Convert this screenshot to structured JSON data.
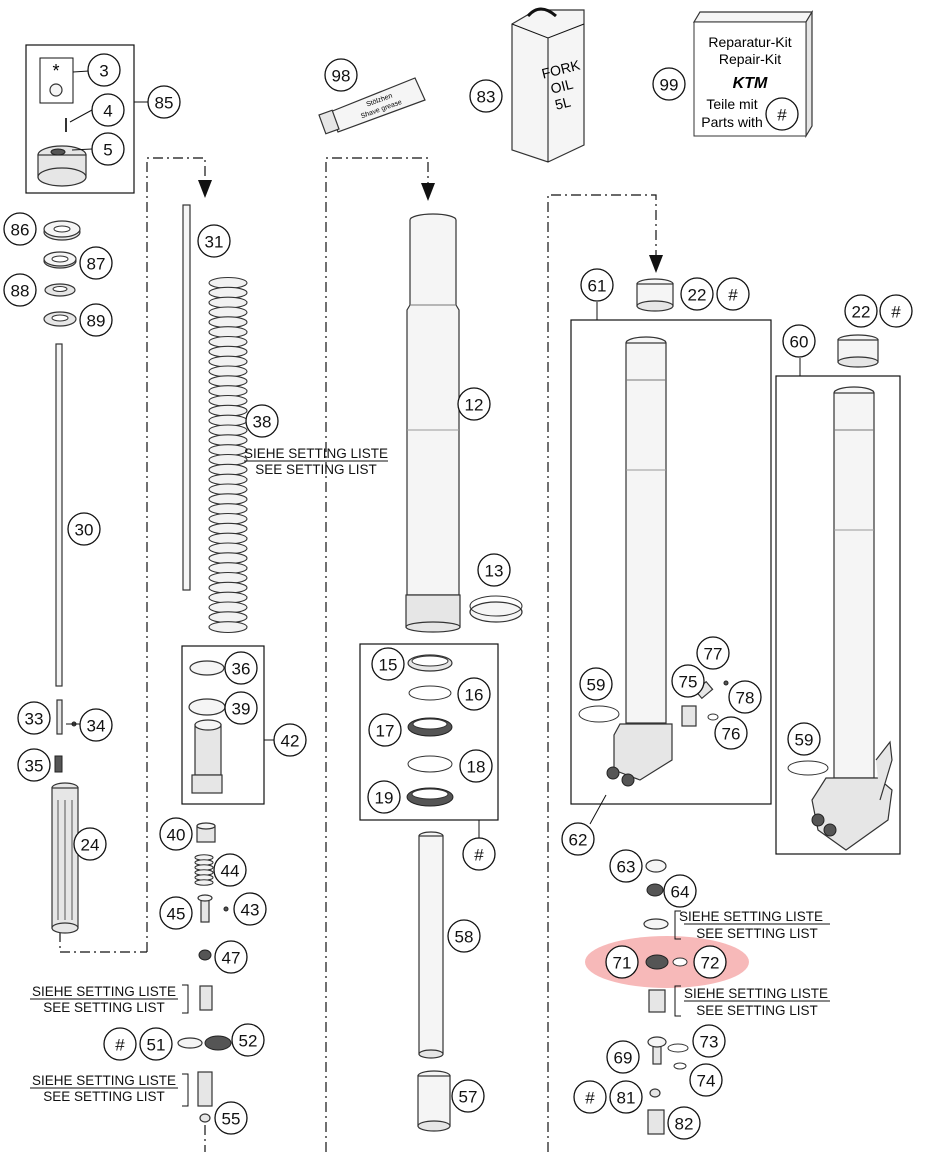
{
  "callouts": {
    "c3": "3",
    "c4": "4",
    "c5": "5",
    "c85": "85",
    "c86": "86",
    "c87": "87",
    "c88": "88",
    "c89": "89",
    "c30": "30",
    "c33": "33",
    "c34": "34",
    "c35": "35",
    "c24": "24",
    "c31": "31",
    "c38": "38",
    "c36": "36",
    "c39": "39",
    "c42": "42",
    "c40": "40",
    "c44": "44",
    "c45": "45",
    "c43": "43",
    "c47": "47",
    "c51": "51",
    "c52": "52",
    "c55": "55",
    "c98": "98",
    "c83": "83",
    "c99": "99",
    "c12": "12",
    "c13": "13",
    "c15": "15",
    "c16": "16",
    "c17": "17",
    "c18": "18",
    "c19": "19",
    "c58": "58",
    "c57": "57",
    "c61": "61",
    "c22a": "22",
    "c22b": "22",
    "c60": "60",
    "c59a": "59",
    "c59b": "59",
    "c77": "77",
    "c75": "75",
    "c78": "78",
    "c76": "76",
    "c62": "62",
    "c63": "63",
    "c64": "64",
    "c71": "71",
    "c72": "72",
    "c69": "69",
    "c73": "73",
    "c74": "74",
    "c81": "81",
    "c82": "82",
    "hash": "#",
    "star": "*"
  },
  "notes": {
    "siehe": "SIEHE SETTING LISTE",
    "see": "SEE SETTING LIST"
  },
  "kit": {
    "line1": "Reparatur-Kit",
    "line2": "Repair-Kit",
    "brand": "KTM",
    "line3": "Teile mit",
    "line4": "Parts with"
  },
  "oil_can": {
    "l1": "FORK",
    "l2": "OIL",
    "l3": "5L"
  },
  "grease_tube": {
    "l1": "Stölzhen",
    "l2": "Shave grease"
  },
  "highlight_color": "#f08080"
}
